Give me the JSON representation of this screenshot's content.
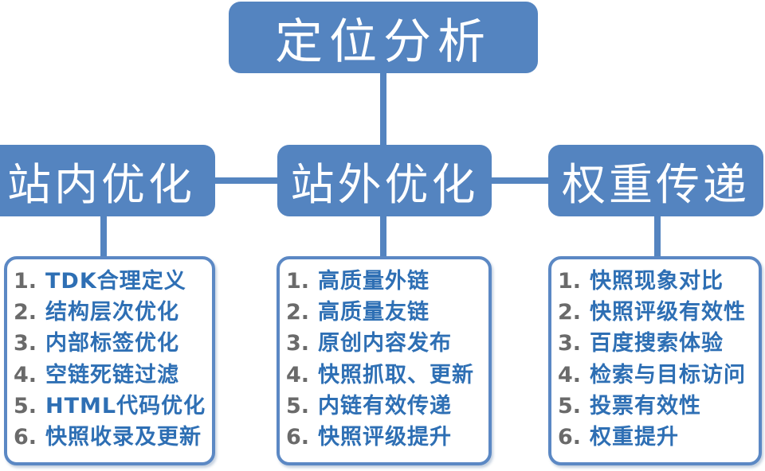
{
  "diagram": {
    "root": {
      "label": "定位分析"
    },
    "branches": [
      {
        "label": "站内优化",
        "items": [
          "TDK合理定义",
          "结构层次优化",
          "内部标签优化",
          "空链死链过滤",
          "HTML代码优化",
          "快照收录及更新"
        ]
      },
      {
        "label": "站外优化",
        "items": [
          "高质量外链",
          "高质量友链",
          "原创内容发布",
          "快照抓取、更新",
          "内链有效传递",
          "快照评级提升"
        ]
      },
      {
        "label": "权重传递",
        "items": [
          "快照现象对比",
          "快照评级有效性",
          "百度搜索体验",
          "检索与目标访问",
          "投票有效性",
          "权重提升"
        ]
      }
    ],
    "colors": {
      "background": "#ffffff",
      "node_fill": "#5484c0",
      "node_text": "#ffffff",
      "connector": "#5484c0",
      "list_border": "#5b88c4",
      "item_text": "#2e6fb4",
      "item_number": "#6a6a6a"
    }
  }
}
